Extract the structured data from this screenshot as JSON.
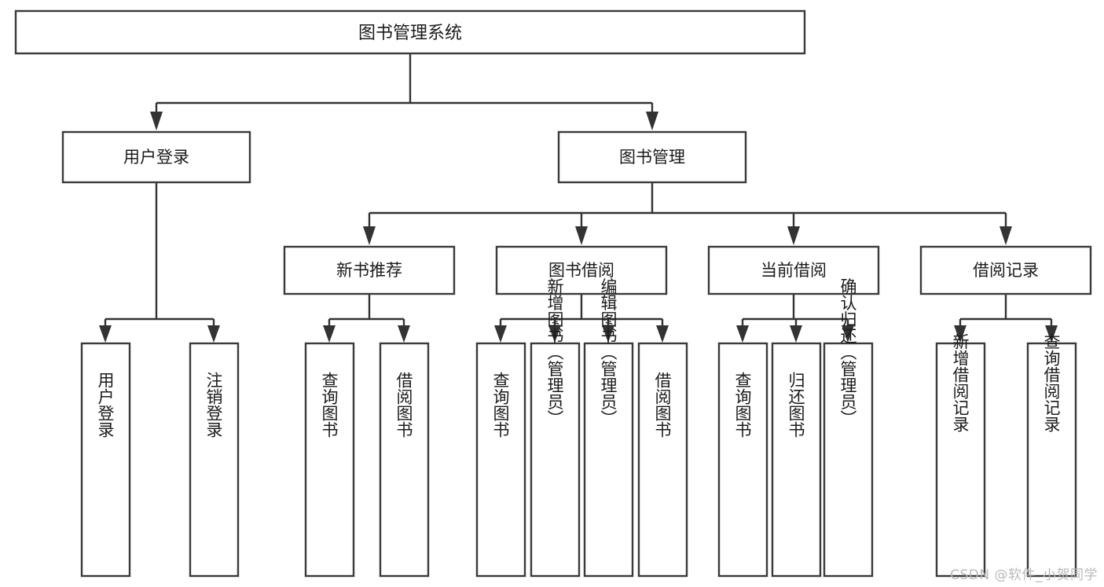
{
  "diagram": {
    "type": "tree-hierarchy",
    "title": "图书管理系统",
    "orientation": "top-down",
    "watermark": "CSDN @软件_小贺同学",
    "colors": {
      "box_fill": "#ffffff",
      "box_stroke": "#3a3a3a",
      "connector": "#333333",
      "text": "#1b1b1b",
      "watermark": "#b9b9b9",
      "background": "#ffffff"
    },
    "levels": {
      "root": "图书管理系统",
      "level2": [
        "用户登录",
        "图书管理"
      ],
      "level3": [
        "新书推荐",
        "图书借阅",
        "当前借阅",
        "借阅记录"
      ],
      "level4_groups": [
        {
          "parent": "用户登录",
          "leaves": [
            "用户登录",
            "注销登录"
          ]
        },
        {
          "parent": "新书推荐",
          "leaves": [
            "查询图书",
            "借阅图书"
          ]
        },
        {
          "parent": "图书借阅",
          "leaves": [
            "查询图书",
            "新增图书（管理员）",
            "编辑图书（管理员）",
            "借阅图书"
          ]
        },
        {
          "parent": "当前借阅",
          "leaves": [
            "查询图书",
            "归还图书",
            "确认归还（管理员）"
          ]
        },
        {
          "parent": "借阅记录",
          "leaves": [
            "新增借阅记录",
            "查询借阅记录"
          ]
        }
      ]
    },
    "nodes": {
      "root": {
        "label": "图书管理系统"
      },
      "user_login": {
        "label": "用户登录"
      },
      "book_manage": {
        "label": "图书管理"
      },
      "new_book_rec": {
        "label": "新书推荐"
      },
      "book_borrow": {
        "label": "图书借阅"
      },
      "current_borrow": {
        "label": "当前借阅"
      },
      "borrow_record": {
        "label": "借阅记录"
      },
      "leaf_user_login": {
        "label": "用户登录"
      },
      "leaf_logout": {
        "label": "注销登录"
      },
      "leaf_query_book_1": {
        "label": "查询图书"
      },
      "leaf_borrow_book_1": {
        "label": "借阅图书"
      },
      "leaf_query_book_2": {
        "label": "查询图书"
      },
      "leaf_add_book": {
        "label": "新增图书（管理员）"
      },
      "leaf_edit_book": {
        "label": "编辑图书（管理员）"
      },
      "leaf_borrow_book_2": {
        "label": "借阅图书"
      },
      "leaf_query_book_3": {
        "label": "查询图书"
      },
      "leaf_return_book": {
        "label": "归还图书"
      },
      "leaf_confirm_return": {
        "label": "确认归还（管理员）"
      },
      "leaf_add_record": {
        "label": "新增借阅记录"
      },
      "leaf_query_record": {
        "label": "查询借阅记录"
      }
    }
  }
}
